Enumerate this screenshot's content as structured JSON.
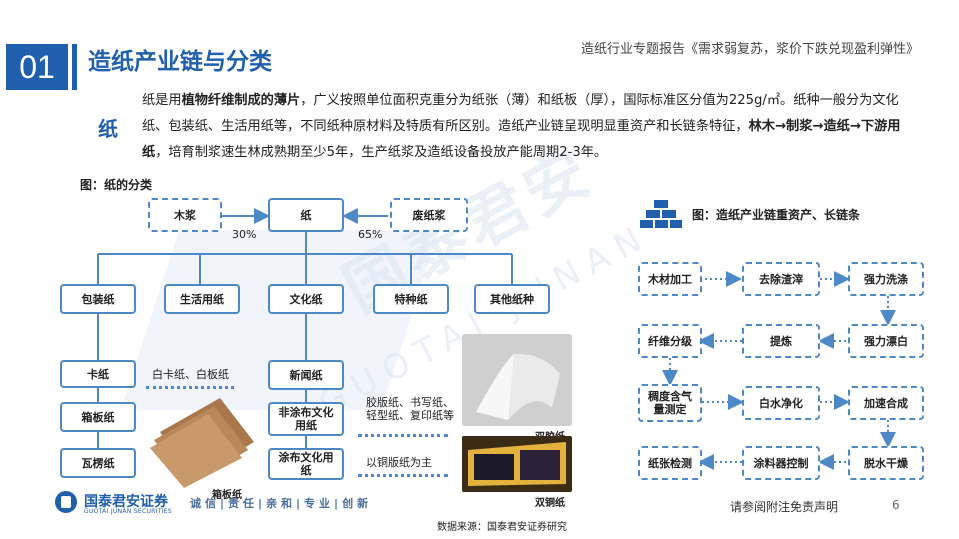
{
  "header": {
    "section_number": "01",
    "section_title": "造纸产业链与分类",
    "report_title": "造纸行业专题报告《需求弱复苏，浆价下跌兑现盈利弹性》"
  },
  "intro": {
    "label": "纸",
    "segments": [
      {
        "text": "纸是用",
        "bold": false
      },
      {
        "text": "植物纤维制成的薄片",
        "bold": true
      },
      {
        "text": "，广义按照单位面积克重分为纸张（薄）和纸板（厚），国际标准区分值为225g/㎡。纸种一般分为文化纸、包装纸、生活用纸等，不同纸种原材料及特质有所区别。造纸产业链呈现明显重资产和长链条特征，",
        "bold": false
      },
      {
        "text": "林木→制浆→造纸→下游用纸",
        "bold": true
      },
      {
        "text": "，培育制浆速生林成熟期至少5年，生产纸浆及造纸设备投放产能周期2-3年。",
        "bold": false
      }
    ]
  },
  "classification": {
    "figure_title": "图：纸的分类",
    "inputs": {
      "wood_pulp": "木浆",
      "paper": "纸",
      "waste_paper_pulp": "废纸浆",
      "wood_share": "30%",
      "waste_share": "65%"
    },
    "categories": [
      "包装纸",
      "生活用纸",
      "文化纸",
      "特种纸",
      "其他纸种"
    ],
    "packaging_sub": [
      "卡纸",
      "箱板纸",
      "瓦楞纸"
    ],
    "packaging_note": "白卡纸、白板纸",
    "culture_sub": [
      "新闻纸",
      "非涂布文化用纸",
      "涂布文化用纸"
    ],
    "uncoated_note": "胶版纸、书写纸、轻型纸、复印纸等",
    "coated_note": "以铜版纸为主",
    "photo_labels": {
      "kraft": "箱板纸",
      "offset": "双胶纸",
      "coated": "双铜纸"
    }
  },
  "chain": {
    "figure_title": "图：造纸产业链重资产、长链条",
    "steps": [
      "木材加工",
      "去除渣滓",
      "强力洗涤",
      "纤维分级",
      "提炼",
      "强力漂白",
      "稠度含气量测定",
      "白水净化",
      "加速合成",
      "纸张检测",
      "涂料器控制",
      "脱水干燥"
    ]
  },
  "footer": {
    "company_cn": "国泰君安证券",
    "company_en": "GUOTAI JUNAN SECURITIES",
    "slogan": "诚信|责任|亲和|专业|创新",
    "source": "数据来源：国泰君安证券研究",
    "disclaimer": "请参阅附注免责声明",
    "page": "6"
  },
  "watermark": {
    "cn": "国泰君安",
    "en": "GUOTAI JUNAN"
  },
  "colors": {
    "brand_blue": "#1f5fae",
    "box_border": "#4d88c7"
  }
}
